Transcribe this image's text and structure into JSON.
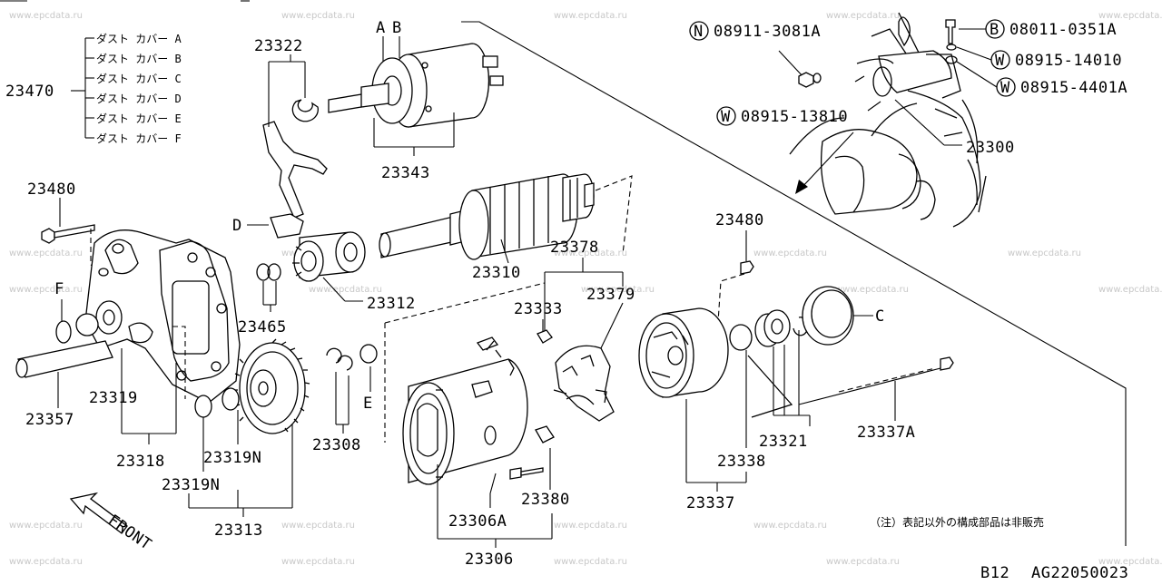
{
  "watermark": "www.epcdata.ru",
  "dust_cover_group": {
    "part_no": "23470",
    "items": [
      "ダスト カバー A",
      "ダスト カバー B",
      "ダスト カバー C",
      "ダスト カバー D",
      "ダスト カバー E",
      "ダスト カバー F"
    ]
  },
  "markers": {
    "A": "A",
    "B": "B",
    "C": "C",
    "D": "D",
    "E": "E",
    "F": "F"
  },
  "fasteners": [
    {
      "badge": "N",
      "part_no": "08911-3081A"
    },
    {
      "badge": "B",
      "part_no": "08011-0351A"
    },
    {
      "badge": "W",
      "part_no": "08915-14010"
    },
    {
      "badge": "W",
      "part_no": "08915-4401A"
    },
    {
      "badge": "W",
      "part_no": "08915-13810"
    }
  ],
  "parts": {
    "p23322": "23322",
    "p23343": "23343",
    "p23300": "23300",
    "p23480a": "23480",
    "p23480b": "23480",
    "p23310": "23310",
    "p23378": "23378",
    "p23379": "23379",
    "p23333": "23333",
    "p23312": "23312",
    "p23465": "23465",
    "p23319": "23319",
    "p23357": "23357",
    "p23318": "23318",
    "p23319N_a": "23319N",
    "p23319N_b": "23319N",
    "p23313": "23313",
    "p23308": "23308",
    "p23306A": "23306A",
    "p23306": "23306",
    "p23380": "23380",
    "p23337": "23337",
    "p23338": "23338",
    "p23321": "23321",
    "p23337A": "23337A"
  },
  "front_label": "FRONT",
  "note": "（注）表記以外の構成部品は非販売",
  "footer": {
    "page": "B12",
    "code": "AG22050023"
  }
}
